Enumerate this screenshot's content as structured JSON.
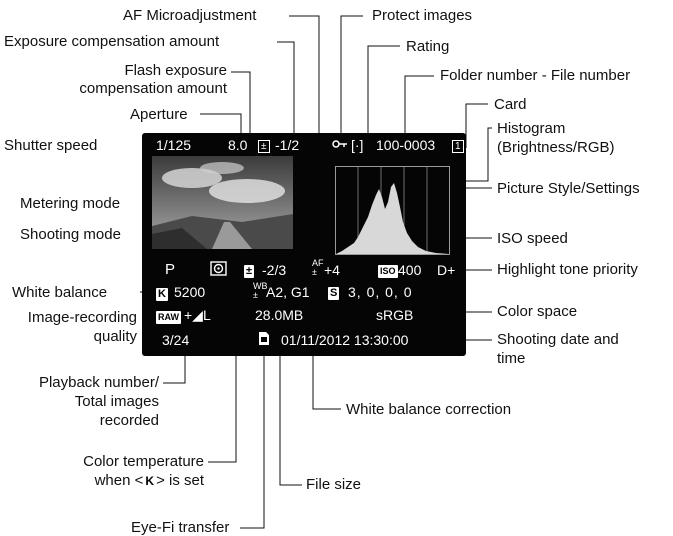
{
  "labels": {
    "af_micro": "AF Microadjustment",
    "protect": "Protect images",
    "exp_comp": "Exposure compensation amount",
    "rating": "Rating",
    "flash_comp_1": "Flash exposure",
    "flash_comp_2": "compensation amount",
    "folder_file": "Folder number - File number",
    "aperture": "Aperture",
    "card": "Card",
    "shutter": "Shutter speed",
    "histogram_1": "Histogram",
    "histogram_2": "(Brightness/RGB)",
    "picture_style": "Picture Style/Settings",
    "metering": "Metering mode",
    "shooting_mode": "Shooting mode",
    "iso": "ISO speed",
    "htp": "Highlight tone priority",
    "wb": "White balance",
    "color_space": "Color space",
    "quality_1": "Image-recording",
    "quality_2": "quality",
    "datetime_1": "Shooting date and",
    "datetime_2": "time",
    "playback_1": "Playback number/",
    "playback_2": "Total images",
    "playback_3": "recorded",
    "wb_corr": "White balance correction",
    "color_temp_1": "Color temperature",
    "color_temp_2a": "when <",
    "color_temp_k": "K",
    "color_temp_2b": "> is set",
    "file_size": "File size",
    "eyefi": "Eye-Fi transfer"
  },
  "screen": {
    "shutter": "1/125",
    "aperture": "8.0",
    "exp_comp_icon": "±",
    "exp_comp": "-1/2",
    "protect_icon": "key-icon",
    "rating": "[·]",
    "folder_file": "100-0003",
    "card": "1",
    "mode": "P",
    "metering_icon": "evaluative-metering-icon",
    "flash_icon": "±",
    "flash_comp": "-2/3",
    "af_micro": "+4",
    "iso_icon": "ISO",
    "iso": "400",
    "htp": "D+",
    "wb_icon": "K",
    "color_temp": "5200",
    "wb_corr": "A2, G1",
    "picture_style_icon": "S",
    "picture_style": "3, 0, 0, 0",
    "quality_raw": "RAW",
    "quality_jpeg": "+◢L",
    "file_size": "28.0MB",
    "color_space": "sRGB",
    "playback": "3/24",
    "eyefi_icon": "eyefi-icon",
    "datetime": "01/11/2012 13:30:00"
  }
}
